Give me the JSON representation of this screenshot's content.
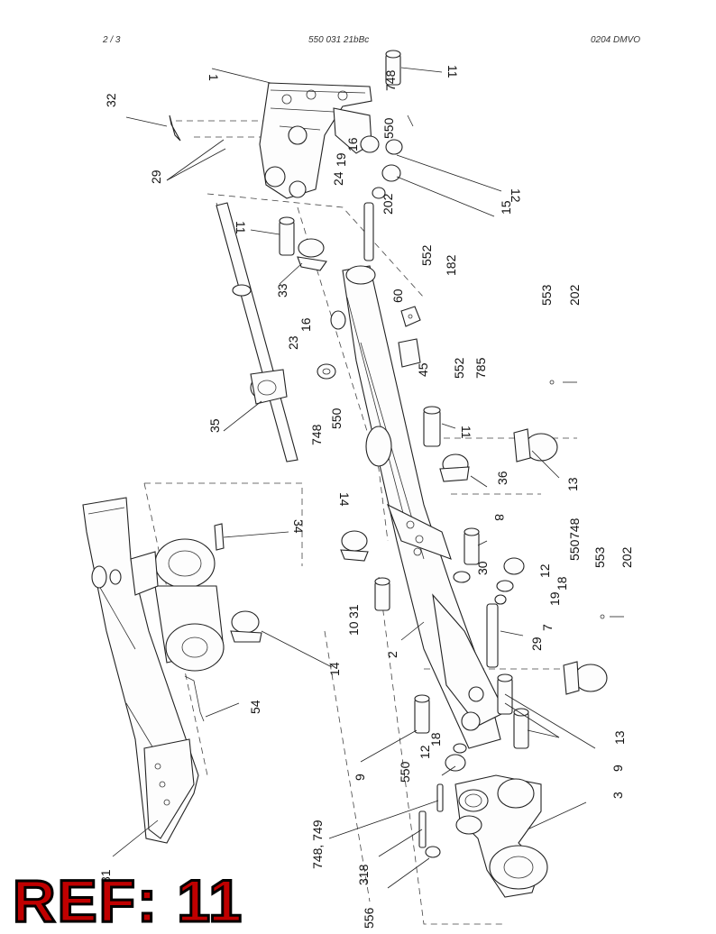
{
  "header": {
    "page": "2 /   3",
    "doc_number": "550 031 21bBc",
    "revision": "0204 DMVO"
  },
  "labels": [
    "1",
    "11",
    "748",
    "550",
    "32",
    "16",
    "19",
    "24",
    "12",
    "29",
    "202",
    "15",
    "11",
    "33",
    "60",
    "552",
    "182",
    "553",
    "202",
    "16",
    "23",
    "45",
    "552",
    "785",
    "35",
    "748",
    "550",
    "11",
    "36",
    "13",
    "14",
    "8",
    "34",
    "748",
    "550",
    "30",
    "12",
    "18",
    "19",
    "553",
    "202",
    "31",
    "10",
    "7",
    "14",
    "2",
    "29",
    "13",
    "54",
    "9",
    "12",
    "18",
    "550",
    "9",
    "3",
    "748, 749",
    "318",
    "556",
    "81"
  ],
  "badge": "REF: 11"
}
